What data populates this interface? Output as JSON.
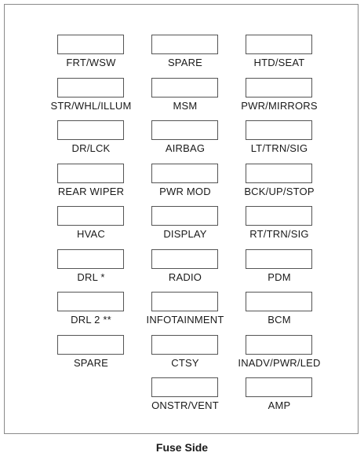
{
  "caption": "Fuse Side",
  "columns": [
    [
      "FRT/WSW",
      "STR/WHL/ILLUM",
      "DR/LCK",
      "REAR WIPER",
      "HVAC",
      "DRL *",
      "DRL 2 **",
      "SPARE"
    ],
    [
      "SPARE",
      "MSM",
      "AIRBAG",
      "PWR MOD",
      "DISPLAY",
      "RADIO",
      "INFOTAINMENT",
      "CTSY",
      "ONSTR/VENT"
    ],
    [
      "HTD/SEAT",
      "PWR/MIRRORS",
      "LT/TRN/SIG",
      "BCK/UP/STOP",
      "RT/TRN/SIG",
      "PDM",
      "BCM",
      "INADV/PWR/LED",
      "AMP"
    ]
  ]
}
